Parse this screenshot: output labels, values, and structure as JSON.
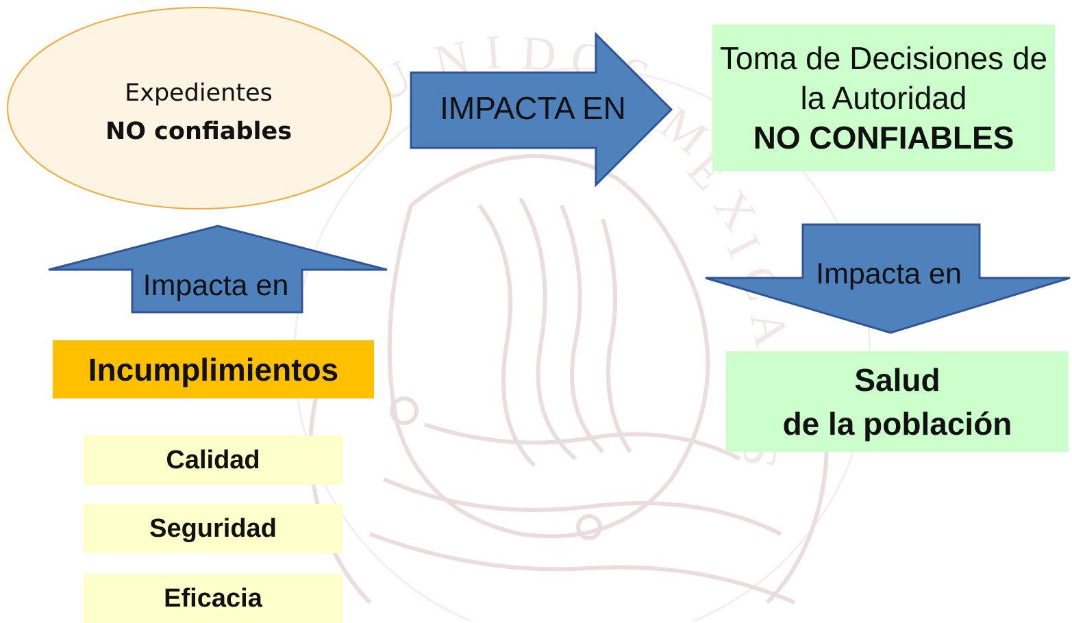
{
  "ellipse": {
    "line1": "Expedientes",
    "line2": "NO confiables",
    "fill": "#fdf4e3",
    "stroke": "#f2a93b"
  },
  "arrows": {
    "right_label": "IMPACTA EN",
    "up_label": "Impacta en",
    "down_label": "Impacta en",
    "fill": "#4f81bd",
    "stroke": "#2f5597"
  },
  "decisions_box": {
    "line1": "Toma de Decisiones de",
    "line2": "la Autoridad",
    "line3": "NO CONFIABLES",
    "fill": "#ccffcc"
  },
  "salud_box": {
    "line1": "Salud",
    "line2": "de la población",
    "fill": "#ccffcc"
  },
  "incumplimientos_box": {
    "label": "Incumplimientos",
    "fill": "#ffc000"
  },
  "criteria": [
    "Calidad",
    "Seguridad",
    "Eficacia"
  ],
  "criteria_fill": "#ffffcc",
  "watermark": {
    "description_icon": "mexican-coat-of-arms-seal",
    "color": "#d9c4c4"
  }
}
